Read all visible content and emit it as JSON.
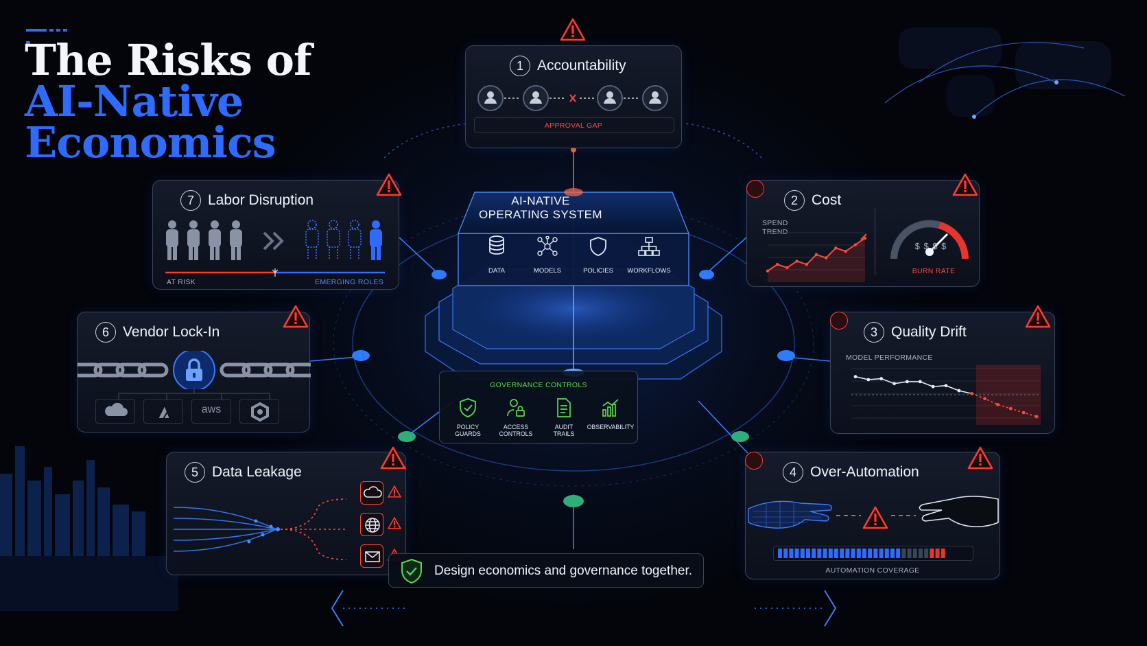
{
  "title": {
    "line1": "The Risks of",
    "line2": "AI-Native",
    "line3": "Economics"
  },
  "center": {
    "title_line1": "AI-NATIVE",
    "title_line2": "OPERATING SYSTEM",
    "modules": [
      "DATA",
      "MODELS",
      "POLICIES",
      "WORKFLOWS"
    ]
  },
  "governance": {
    "title": "GOVERNANCE CONTROLS",
    "items": [
      {
        "line1": "POLICY",
        "line2": "GUARDS"
      },
      {
        "line1": "ACCESS",
        "line2": "CONTROLS"
      },
      {
        "line1": "AUDIT",
        "line2": "TRAILS"
      },
      {
        "line1": "OBSERVABILITY",
        "line2": ""
      }
    ]
  },
  "risks": {
    "accountability": {
      "num": "1",
      "title": "Accountability",
      "label": "APPROVAL GAP"
    },
    "cost": {
      "num": "2",
      "title": "Cost",
      "spend_line1": "SPEND",
      "spend_line2": "TREND",
      "burn": "BURN RATE",
      "gauge_symbols": "$ $ $ $"
    },
    "quality": {
      "num": "3",
      "title": "Quality Drift",
      "label": "MODEL PERFORMANCE"
    },
    "overauto": {
      "num": "4",
      "title": "Over-Automation",
      "label": "AUTOMATION COVERAGE"
    },
    "leakage": {
      "num": "5",
      "title": "Data Leakage"
    },
    "vendor": {
      "num": "6",
      "title": "Vendor Lock-In",
      "aws": "aws"
    },
    "labor": {
      "num": "7",
      "title": "Labor Disruption",
      "at_risk": "AT RISK",
      "emerging": "EMERGING ROLES"
    }
  },
  "footer": {
    "text": "Design economics and governance together."
  },
  "colors": {
    "accent_blue": "#2f6bff",
    "warning_red": "#ff3b2f",
    "governance_green": "#5fd94e",
    "panel_border": "#3a4458"
  },
  "chart_data": [
    {
      "type": "line",
      "series": [
        {
          "values": [
            3,
            5,
            4,
            6,
            5,
            8,
            7,
            10,
            9,
            11,
            13
          ]
        }
      ]
    },
    {
      "type": "line",
      "series": [
        {
          "values": [
            9.2,
            8.9,
            9.0,
            8.5,
            8.7,
            8.7,
            8.2,
            8.3,
            7.8,
            7.5,
            7.0,
            6.4,
            6.0,
            5.6,
            5.2
          ]
        }
      ]
    }
  ],
  "icons": [
    "warning-icon",
    "user-icon",
    "database-icon",
    "models-icon",
    "shield-icon",
    "workflow-icon",
    "lock-icon",
    "cloud-icon",
    "globe-icon",
    "mail-icon",
    "gauge-icon",
    "shield-check-icon",
    "person-icon",
    "chain-icon",
    "robot-hand-icon",
    "human-hand-icon",
    "bar-chart-icon",
    "document-icon"
  ]
}
